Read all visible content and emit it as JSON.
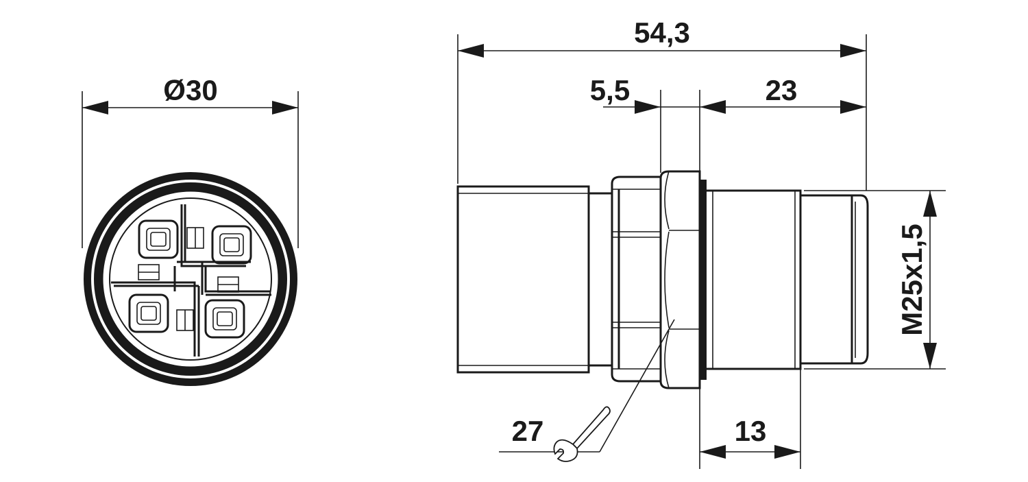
{
  "drawing": {
    "front_view": {
      "diameter_label": "Ø30"
    },
    "side_view": {
      "overall_length_label": "54,3",
      "nut_offset_label": "5,5",
      "thread_section_label": "23",
      "thread_length_label": "13",
      "thread_spec_label": "M25x1,5",
      "wrench_size_label": "27"
    },
    "colors": {
      "line": "#1a1a1a",
      "background": "#ffffff"
    },
    "icons": [
      "wrench-icon"
    ]
  }
}
